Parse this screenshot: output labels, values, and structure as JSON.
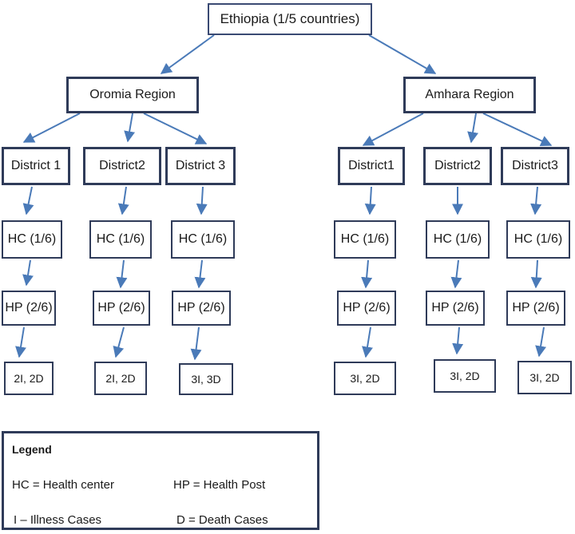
{
  "title": "Ethiopia (1/5 countries)",
  "regions": [
    {
      "name": "Oromia Region",
      "districts": [
        {
          "name": "District 1",
          "hc": "HC (1/6)",
          "hp": "HP (2/6)",
          "cases": "2I, 2D"
        },
        {
          "name": "District2",
          "hc": "HC (1/6)",
          "hp": "HP (2/6)",
          "cases": "2I, 2D"
        },
        {
          "name": "District 3",
          "hc": "HC (1/6)",
          "hp": "HP (2/6)",
          "cases": "3I, 3D"
        }
      ]
    },
    {
      "name": "Amhara Region",
      "districts": [
        {
          "name": "District1",
          "hc": "HC (1/6)",
          "hp": "HP (2/6)",
          "cases": "3I, 2D"
        },
        {
          "name": "District2",
          "hc": "HC (1/6)",
          "hp": "HP (2/6)",
          "cases": "3I, 2D"
        },
        {
          "name": "District3",
          "hc": "HC (1/6)",
          "hp": "HP (2/6)",
          "cases": "3I, 2D"
        }
      ]
    }
  ],
  "legend": {
    "title": "Legend",
    "hc": "HC = Health center",
    "hp": "HP = Health Post",
    "i": "I – Illness Cases",
    "d": "D = Death Cases"
  },
  "colors": {
    "border": "#2f3b59",
    "arrow": "#4a7ab8"
  }
}
